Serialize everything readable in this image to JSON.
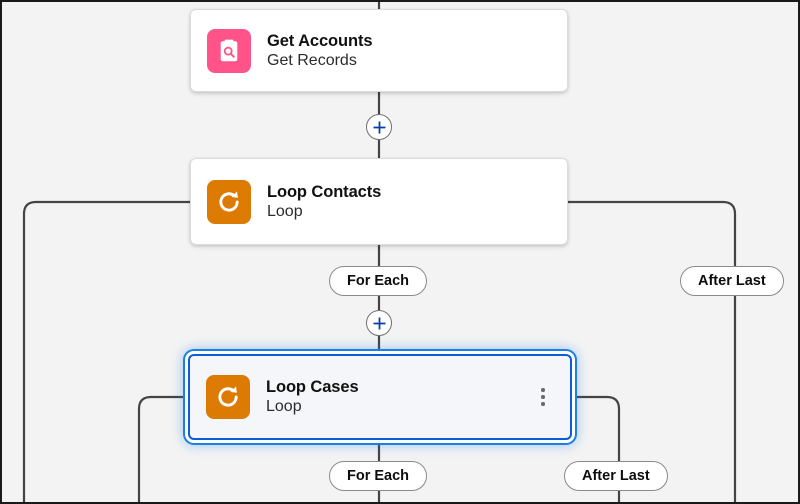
{
  "canvas": {
    "background_color": "#f3f3f3",
    "connector_color": "#444444",
    "selection_color": "#1b7fe3"
  },
  "nodes": [
    {
      "id": "get-accounts",
      "title": "Get Accounts",
      "subtitle": "Get Records",
      "icon": "get-records-icon",
      "icon_color": "#ff538a",
      "selected": false,
      "has_menu": false
    },
    {
      "id": "loop-contacts",
      "title": "Loop Contacts",
      "subtitle": "Loop",
      "icon": "loop-icon",
      "icon_color": "#dd7a01",
      "selected": false,
      "has_menu": false
    },
    {
      "id": "loop-cases",
      "title": "Loop Cases",
      "subtitle": "Loop",
      "icon": "loop-icon",
      "icon_color": "#dd7a01",
      "selected": true,
      "has_menu": true
    }
  ],
  "branch_labels": {
    "outer_for_each": "For Each",
    "outer_after_last": "After Last",
    "inner_for_each": "For Each",
    "inner_after_last": "After Last"
  },
  "add_buttons": {
    "label": "+",
    "count": 2,
    "color": "#0b3ea8"
  }
}
